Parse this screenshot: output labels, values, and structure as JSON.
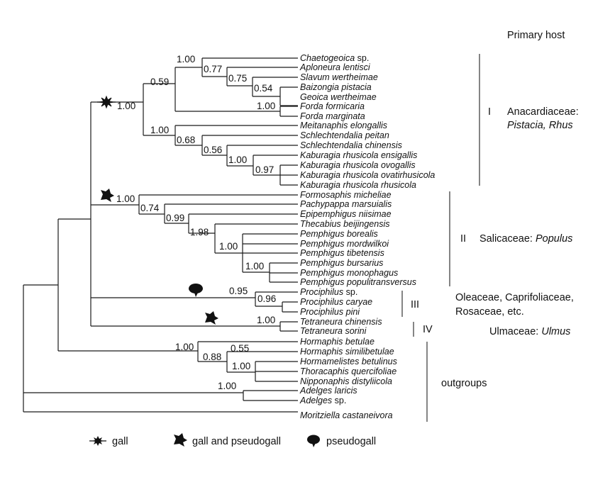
{
  "header": {
    "primary_host": "Primary host"
  },
  "taxa": [
    "Chaetogeoica",
    "Aploneura lentisci",
    "Slavum wertheimae",
    "Baizongia pistacia",
    "Geoica wertheimae",
    "Forda formicaria",
    "Forda marginata",
    "Meitanaphis elongallis",
    "Schlechtendalia peitan",
    "Schlechtendalia chinensis",
    "Kaburagia rhusicola ensigallis",
    "Kaburagia rhusicola ovogallis",
    "Kaburagia rhusicola ovatirhusicola",
    "Kaburagia rhusicola rhusicola",
    "Formosaphis micheliae",
    "Pachypappa marsuialis",
    "Epipemphigus niisimae",
    "Thecabius beijingensis",
    "Pemphigus borealis",
    "Pemphigus mordwilkoi",
    "Pemphigus tibetensis",
    "Pemphigus bursarius",
    "Pemphigus monophagus",
    "Pemphigus populitransversus",
    "Prociphilus",
    "Prociphilus caryae",
    "Prociphilus pini",
    "Tetraneura chinensis",
    "Tetraneura sorini",
    "Hormaphis betulae",
    "Hormaphis similibetulae",
    "Hormamelistes betulinus",
    "Thoracaphis quercifoliae",
    "Nipponaphis distyliicola",
    "Adelges laricis",
    "Adelges",
    "Moritziella castaneivora"
  ],
  "taxa_suffix": {
    "0": "sp.",
    "24": "sp.",
    "35": "sp."
  },
  "supports": [
    "1.00",
    "0.77",
    "0.75",
    "0.54",
    "0.59",
    "1.00",
    "1.00",
    "0.68",
    "0.56",
    "1.00",
    "0.97",
    "1.00",
    "1.00",
    "0.74",
    "0.99",
    "1.98",
    "1.00",
    "1.00",
    "0.95",
    "0.96",
    "1.00",
    "1.00",
    "0.55",
    "0.88",
    "1.00",
    "1.00"
  ],
  "groups": [
    {
      "roman": "I",
      "host": "Anacardiaceae:",
      "host_line2": "Pistacia, Rhus"
    },
    {
      "roman": "II",
      "host": "Salicaceae:",
      "host_genus": "Populus"
    },
    {
      "roman": "III",
      "host": "Oleaceae, Caprifoliaceae,",
      "host_line2": "Rosaceae, etc."
    },
    {
      "roman": "IV",
      "host": "Ulmaceae:",
      "host_genus": "Ulmus"
    },
    {
      "roman": "",
      "host": "outgroups"
    }
  ],
  "legend": {
    "gall": "gall",
    "gall_pseudogall": "gall and pseudogall",
    "pseudogall": "pseudogall"
  },
  "icons": [
    "gall-icon",
    "gall-and-pseudogall-icon",
    "pseudogall-icon"
  ]
}
